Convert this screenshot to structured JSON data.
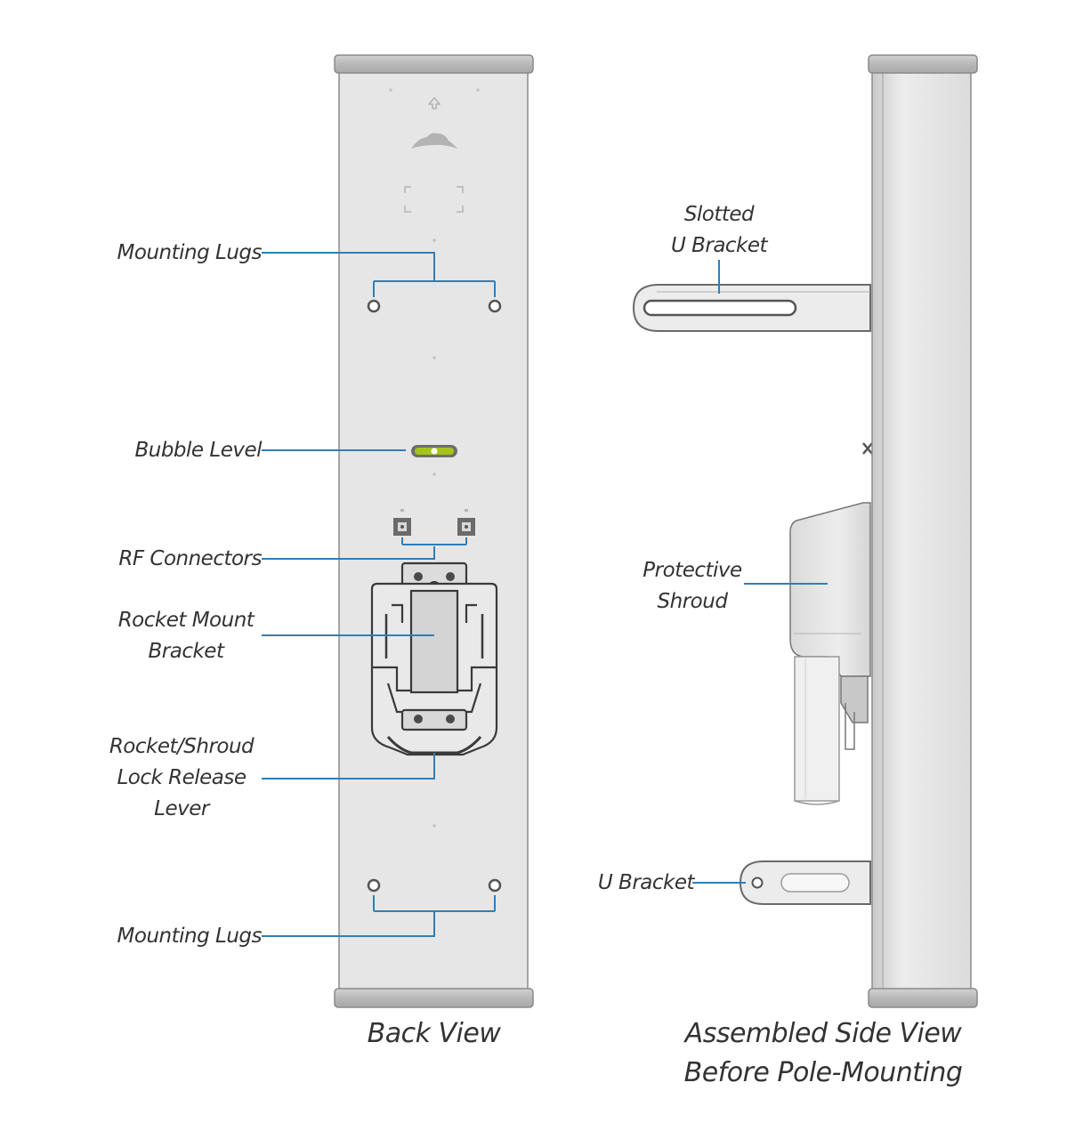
{
  "labels": {
    "mounting_lugs_top": "Mounting Lugs",
    "bubble_level": "Bubble Level",
    "rf_connectors": "RF Connectors",
    "rocket_mount_bracket": [
      "Rocket Mount",
      "Bracket"
    ],
    "lock_release_lever": [
      "Rocket/Shroud",
      "Lock Release",
      "Lever"
    ],
    "mounting_lugs_bottom": "Mounting Lugs",
    "slotted_u_bracket": [
      "Slotted",
      "U Bracket"
    ],
    "protective_shroud": [
      "Protective",
      "Shroud"
    ],
    "u_bracket": "U Bracket"
  },
  "captions": {
    "back_view": "Back View",
    "side_view": [
      "Assembled Side View",
      "Before Pole-Mounting"
    ]
  },
  "colors": {
    "leader_line": "#2f7fb8",
    "panel_fill": "#e6e6e6",
    "panel_edge": "#8c8c8c",
    "bubble_level": "#a6c21c"
  }
}
